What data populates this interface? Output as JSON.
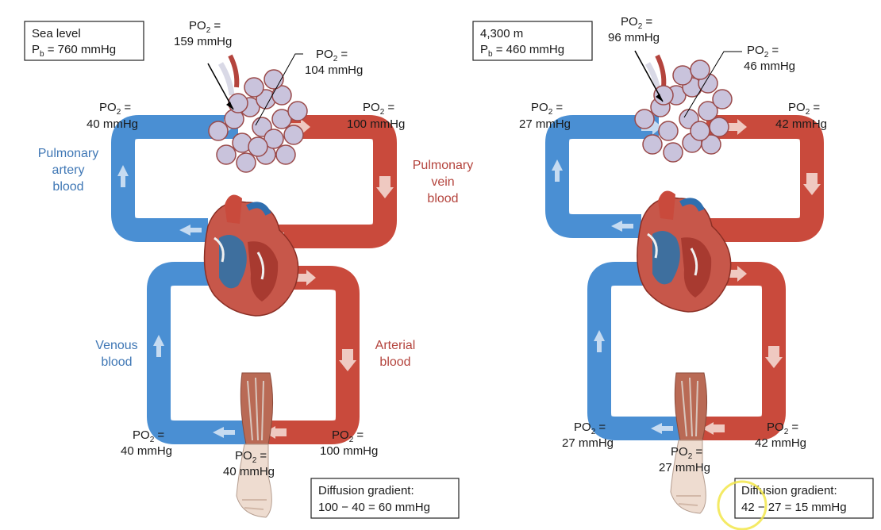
{
  "colors": {
    "artery": "#4a8fd3",
    "artery_dark": "#2f6eae",
    "vein": "#c94a3c",
    "vein_dark": "#9e3128",
    "text_blue": "#3f77b5",
    "text_red": "#b4443d",
    "cursor": "#f2e64a"
  },
  "po2_label": "PO",
  "po2_sub": "2",
  "po2_eq": " =",
  "pb_label": "P",
  "pb_sub": "b",
  "left": {
    "box_line1": "Sea level",
    "box_line2": " = 760 mmHg",
    "inspired": "159 mmHg",
    "alveolar": "104 mmHg",
    "pulm_artery_po2": "40 mmHg",
    "pulm_vein_po2": "100 mmHg",
    "venous_po2": "40 mmHg",
    "arterial_po2": "100 mmHg",
    "tissue_po2": "40 mmHg",
    "label_pulm_artery": [
      "Pulmonary",
      "artery",
      "blood"
    ],
    "label_pulm_vein": [
      "Pulmonary",
      "vein",
      "blood"
    ],
    "label_venous": [
      "Venous",
      "blood"
    ],
    "label_arterial": [
      "Arterial",
      "blood"
    ],
    "gradient_title": "Diffusion gradient:",
    "gradient_calc": "100 − 40 = 60 mmHg"
  },
  "right": {
    "box_line1": "4,300 m",
    "box_line2": " = 460 mmHg",
    "inspired": "96 mmHg",
    "alveolar": "46 mmHg",
    "pulm_artery_po2": "27 mmHg",
    "pulm_vein_po2": "42 mmHg",
    "venous_po2": "27 mmHg",
    "arterial_po2": "42 mmHg",
    "tissue_po2": "27 mmHg",
    "gradient_title": "Diffusion gradient:",
    "gradient_calc": "42 − 27 = 15 mmHg"
  }
}
